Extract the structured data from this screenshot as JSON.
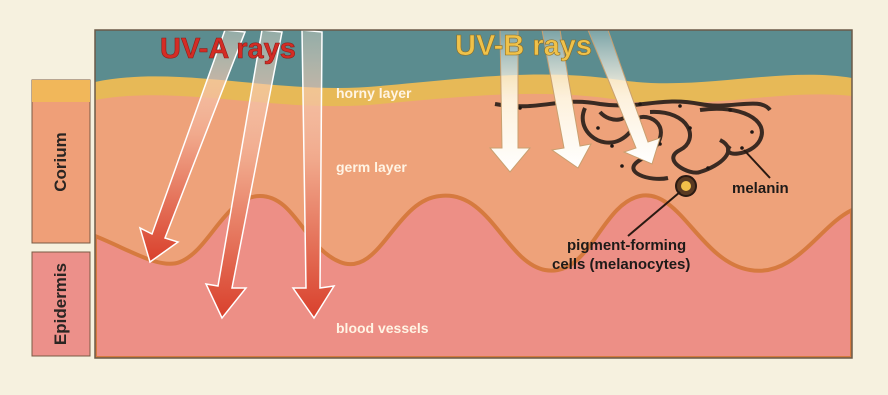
{
  "labels": {
    "uva": "UV-A rays",
    "uvb": "UV-B rays",
    "horny_layer": "horny layer",
    "germ_layer": "germ layer",
    "blood_vessels": "blood vessels",
    "melanin": "melanin",
    "pigment_line1": "pigment-forming",
    "pigment_line2": "cells (melanocytes)",
    "corium": "Corium",
    "epidermis": "Epidermis"
  },
  "colors": {
    "background": "#f6f1df",
    "sky": "#5b8c8f",
    "horny": "#e7b957",
    "germ": "#eea27a",
    "dermis": "#ed8f86",
    "side_tab": "#ef9f78",
    "uva_text": "#d42c25",
    "uvb_text": "#f0c24a",
    "melanin": "#3a2a22"
  }
}
